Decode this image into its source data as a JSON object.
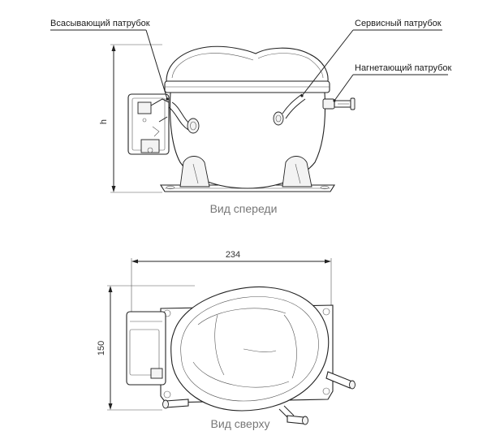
{
  "front_view": {
    "caption": "Вид спереди",
    "callouts": {
      "suction": "Всасывающий патрубок",
      "service": "Сервисный патрубок",
      "discharge": "Нагнетающий патрубок"
    },
    "height_label": "h"
  },
  "top_view": {
    "caption": "Вид сверху",
    "width_dim": "234",
    "depth_dim": "150"
  }
}
